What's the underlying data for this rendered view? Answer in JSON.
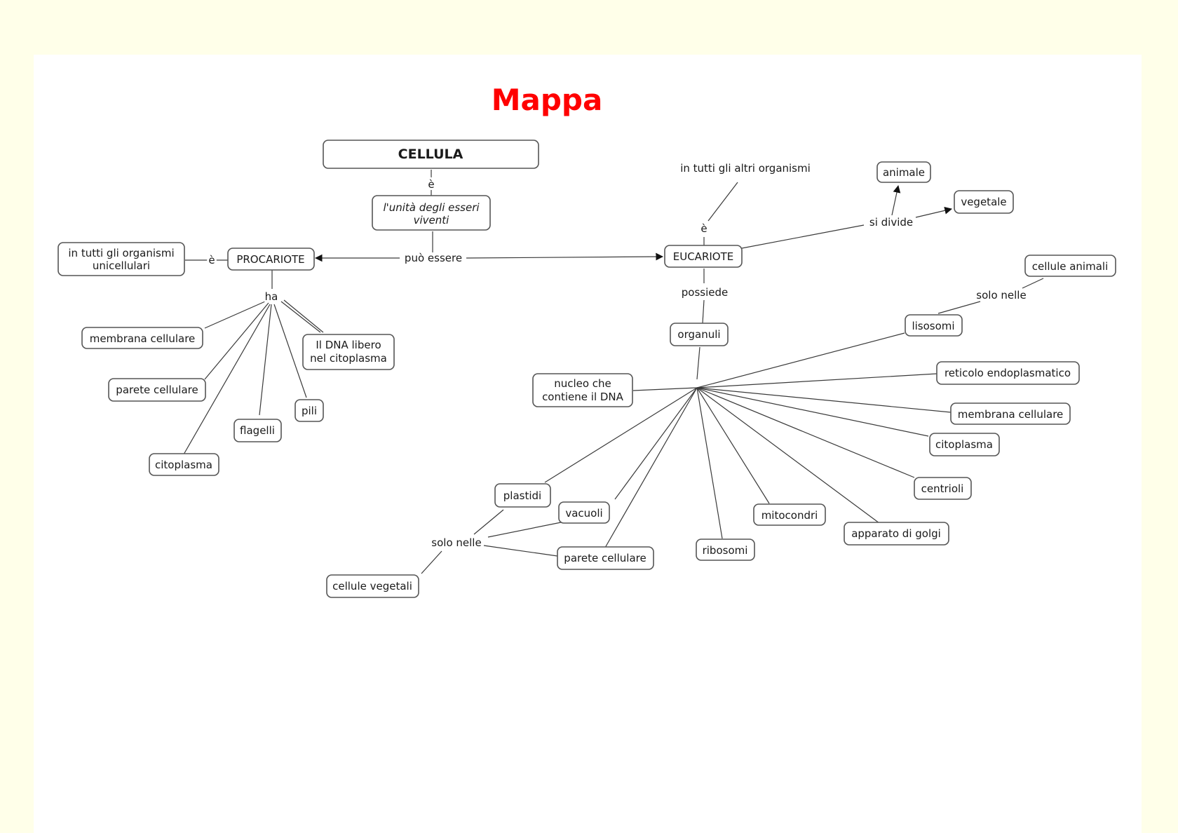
{
  "title": "Mappa",
  "nodes": {
    "cellula": "CELLULA",
    "unita": [
      "l'unità degli esseri",
      "viventi"
    ],
    "procariote": "PROCARIOTE",
    "eucariote": "EUCARIOTE",
    "unicellulari": [
      "in tutti gli organismi",
      "unicellulari"
    ],
    "membrana_pro": "membrana cellulare",
    "dna_libero": [
      "Il DNA libero",
      "nel citoplasma"
    ],
    "parete_pro": "parete cellulare",
    "pili": "pili",
    "flagelli": "flagelli",
    "citoplasma_pro": "citoplasma",
    "animale": "animale",
    "vegetale": "vegetale",
    "organuli": "organuli",
    "cellule_animali": "cellule animali",
    "lisosomi": "lisosomi",
    "reticolo": "reticolo endoplasmatico",
    "membrana_eu": "membrana cellulare",
    "citoplasma_eu": "citoplasma",
    "centrioli": "centrioli",
    "apparato": "apparato di golgi",
    "mitocondri": "mitocondri",
    "ribosomi": "ribosomi",
    "parete_eu": "parete cellulare",
    "vacuoli": "vacuoli",
    "plastidi": "plastidi",
    "nucleo": [
      "nucleo che",
      "contiene il DNA"
    ],
    "cellule_vegetali": "cellule vegetali"
  },
  "labels": {
    "e_cellula": "è",
    "puo_essere": "può essere",
    "e_pro": "è",
    "ha": "ha",
    "e_eu": "è",
    "altri_organismi": "in tutti gli altri organismi",
    "si_divide": "si divide",
    "possiede": "possiede",
    "solo_nelle_animali": "solo nelle",
    "solo_nelle_vegetali": "solo nelle"
  }
}
